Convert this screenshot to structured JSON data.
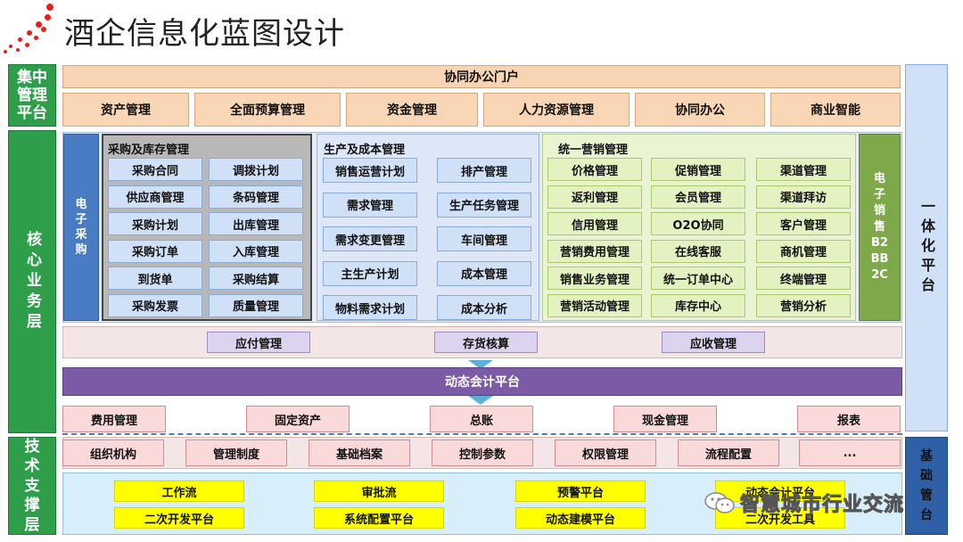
{
  "title": "酒企信息化蓝图设计",
  "layers": {
    "central": "集中管理平台",
    "core": "核心业务层",
    "tech": "技术支撑层"
  },
  "right_labels": {
    "integrated": "一体化平台",
    "base": "基础管台"
  },
  "portal": "协同办公门户",
  "top_modules": [
    "资产管理",
    "全面预算管理",
    "资金管理",
    "人力资源管理",
    "协同办公",
    "商业智能"
  ],
  "e_procurement": "电子采购",
  "e_sales": "电子销售B2BB2C",
  "purchase": {
    "title": "采购及库存管理",
    "left": [
      "采购合同",
      "供应商管理",
      "采购计划",
      "采购订单",
      "到货单",
      "采购发票"
    ],
    "right": [
      "调拨计划",
      "条码管理",
      "出库管理",
      "入库管理",
      "采购结算",
      "质量管理"
    ]
  },
  "production": {
    "title": "生产及成本管理",
    "left": [
      "销售运营计划",
      "需求管理",
      "需求变更管理",
      "主生产计划",
      "物料需求计划"
    ],
    "right": [
      "排产管理",
      "生产任务管理",
      "车间管理",
      "成本管理",
      "成本分析"
    ]
  },
  "marketing": {
    "title": "统一营销管理",
    "col1": [
      "价格管理",
      "返利管理",
      "信用管理",
      "营销费用管理",
      "销售业务管理",
      "营销活动管理"
    ],
    "col2": [
      "促销管理",
      "会员管理",
      "O2O协同",
      "在线客服",
      "统一订单中心",
      "库存中心"
    ],
    "col3": [
      "渠道管理",
      "渠道拜访",
      "客户管理",
      "商机管理",
      "终端管理",
      "营销分析"
    ]
  },
  "purple_row": [
    "应付管理",
    "存货核算",
    "应收管理"
  ],
  "accounting_platform": "动态会计平台",
  "finance_row": [
    "费用管理",
    "固定资产",
    "总账",
    "现金管理",
    "报表"
  ],
  "base_row": [
    "组织机构",
    "管理制度",
    "基础档案",
    "控制参数",
    "权限管理",
    "流程配置",
    "..."
  ],
  "tech_row1": [
    "工作流",
    "审批流",
    "预警平台",
    "动态会计平台"
  ],
  "tech_row2": [
    "二次开发平台",
    "系统配置平台",
    "动态建模平台",
    "二次开发工具"
  ],
  "watermark": "智慧城市行业交流",
  "colors": {
    "green_label": "#2e9e4a",
    "orange": "#f7d4b4",
    "blue": "#cfe0f7",
    "green": "#e4f2c2",
    "purple": "#7b5aa6",
    "pink": "#f9d9d9",
    "yellow": "#ffff00"
  }
}
